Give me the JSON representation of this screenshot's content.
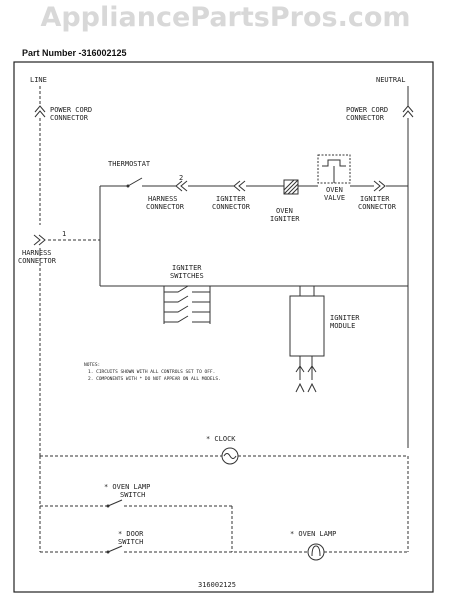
{
  "header": {
    "watermark": "AppliancePartsPros.com",
    "part_number_label": "Part Number -316002125"
  },
  "diagram": {
    "line_label": "LINE",
    "neutral_label": "NEUTRAL",
    "power_cord_left": [
      "POWER CORD",
      "CONNECTOR"
    ],
    "power_cord_right": [
      "POWER CORD",
      "CONNECTOR"
    ],
    "thermostat": "THERMOSTAT",
    "harness_connector_top": [
      "HARNESS",
      "CONNECTOR"
    ],
    "igniter_connector_mid": [
      "IGNITER",
      "CONNECTOR"
    ],
    "oven_igniter": [
      "OVEN",
      "IGNITER"
    ],
    "oven_valve": [
      "OVEN",
      "VALVE"
    ],
    "igniter_connector_right": [
      "IGNITER",
      "CONNECTOR"
    ],
    "harness_connector_left": [
      "HARNESS",
      "CONNECTOR"
    ],
    "igniter_switches": [
      "IGNITER",
      "SWITCHES"
    ],
    "igniter_module": [
      "IGNITER",
      "MODULE"
    ],
    "notes_title": "NOTES:",
    "notes": [
      "1. CIRCUITS SHOWN WITH ALL CONTROLS SET TO OFF.",
      "2. COMPONENTS WITH * DO NOT APPEAR ON ALL MODELS."
    ],
    "clock": "* CLOCK",
    "oven_lamp_switch": [
      "* OVEN LAMP",
      "SWITCH"
    ],
    "door_switch": [
      "* DOOR",
      "SWITCH"
    ],
    "oven_lamp": "* OVEN LAMP",
    "pin_1": "1",
    "pin_2": "2",
    "footer_number": "316002125"
  }
}
